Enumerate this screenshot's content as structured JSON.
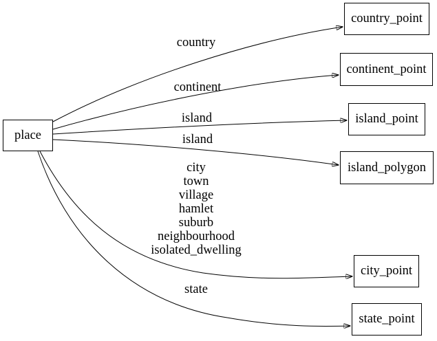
{
  "diagram": {
    "type": "directed-graph",
    "background_color": "#ffffff",
    "stroke_color": "#000000",
    "nodes": [
      {
        "id": "place",
        "label": "place"
      },
      {
        "id": "country_point",
        "label": "country_point"
      },
      {
        "id": "continent_point",
        "label": "continent_point"
      },
      {
        "id": "island_point",
        "label": "island_point"
      },
      {
        "id": "island_polygon",
        "label": "island_polygon"
      },
      {
        "id": "city_point",
        "label": "city_point"
      },
      {
        "id": "state_point",
        "label": "state_point"
      }
    ],
    "edges": [
      {
        "from": "place",
        "to": "country_point",
        "label": "country"
      },
      {
        "from": "place",
        "to": "continent_point",
        "label": "continent"
      },
      {
        "from": "place",
        "to": "island_point",
        "label": "island"
      },
      {
        "from": "place",
        "to": "island_polygon",
        "label": "island"
      },
      {
        "from": "place",
        "to": "city_point",
        "label": "city\ntown\nvillage\nhamlet\nsuburb\nneighbourhood\nisolated_dwelling"
      },
      {
        "from": "place",
        "to": "state_point",
        "label": "state"
      }
    ]
  }
}
